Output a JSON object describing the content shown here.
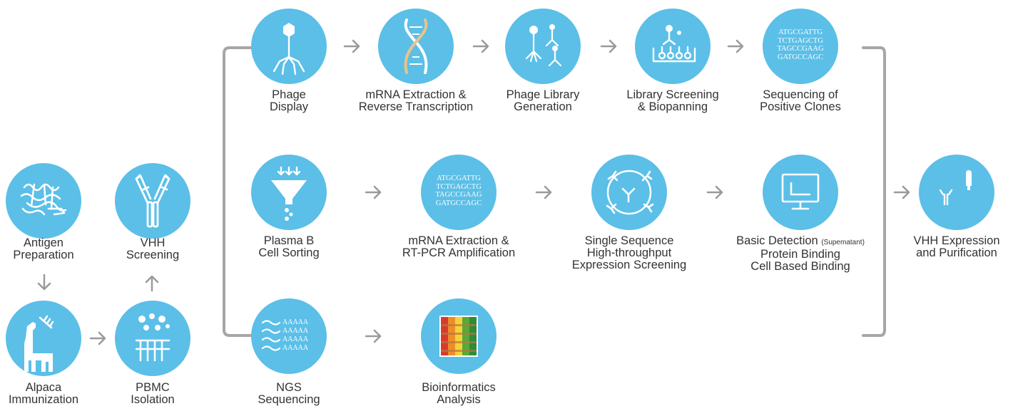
{
  "steps": {
    "antigen": {
      "line1": "Antigen",
      "line2": "Preparation"
    },
    "vhh_screen": {
      "line1": "VHH",
      "line2": "Screening"
    },
    "alpaca": {
      "line1": "Alpaca",
      "line2": "Immunization"
    },
    "pbmc": {
      "line1": "PBMC",
      "line2": "Isolation"
    },
    "phage": {
      "line1": "Phage",
      "line2": "Display"
    },
    "mrna_rt": {
      "line1": "mRNA Extraction &",
      "line2": "Reverse Transcription"
    },
    "phage_lib": {
      "line1": "Phage Library",
      "line2": "Generation"
    },
    "lib_screen": {
      "line1": "Library Screening",
      "line2": "& Biopanning"
    },
    "seq_pos": {
      "line1": "Sequencing of",
      "line2": "Positive Clones"
    },
    "plasma": {
      "line1": "Plasma B",
      "line2": "Cell Sorting"
    },
    "mrna_pcr": {
      "line1": "mRNA Extraction &",
      "line2": "RT-PCR Amplification"
    },
    "single": {
      "line1": "Single Sequence",
      "line2": "High-throughput",
      "line3": "Expression Screening"
    },
    "basic": {
      "line1": "Basic Detection",
      "line1_small": "(Supematant)",
      "line2": "Protein Binding",
      "line3": "Cell Based Binding"
    },
    "vhh_expr": {
      "line1": "VHH Expression",
      "line2": "and Purification"
    },
    "ngs": {
      "line1": "NGS",
      "line2": "Sequencing"
    },
    "bioinfo": {
      "line1": "Bioinformatics",
      "line2": "Analysis"
    }
  },
  "dna_sequence": {
    "l1": "ATGCGATTG",
    "l2": "TCTGAGCTG",
    "l3": "TAGCCGAAG",
    "l4": "GATGCCAGC"
  },
  "ngs_reads": {
    "r1": "AAAAA",
    "r2": "AAAAA",
    "r3": "AAAAA",
    "r4": "AAAAA"
  },
  "colors": {
    "circle": "#5bbfe8",
    "arrow": "#9a9a9a",
    "bracket": "#a6a6a6",
    "text": "#333333"
  }
}
